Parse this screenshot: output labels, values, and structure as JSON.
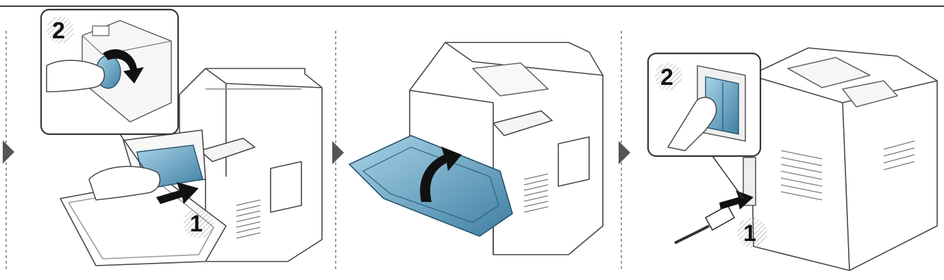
{
  "colors": {
    "accent_blue": "#4f90b3",
    "accent_blue_light": "#8cc3dd",
    "line": "#3a3a3a",
    "arrow": "#111111"
  },
  "panels": [
    {
      "id": "panel-1",
      "callout_step": "2",
      "main_step": "1"
    },
    {
      "id": "panel-2"
    },
    {
      "id": "panel-3",
      "callout_step": "2",
      "main_step": "1"
    }
  ],
  "icons": {
    "step_pointer": "triangle-right-icon",
    "action_arrow": "arrow-icon",
    "rotate_arrow": "curved-arrow-icon"
  }
}
